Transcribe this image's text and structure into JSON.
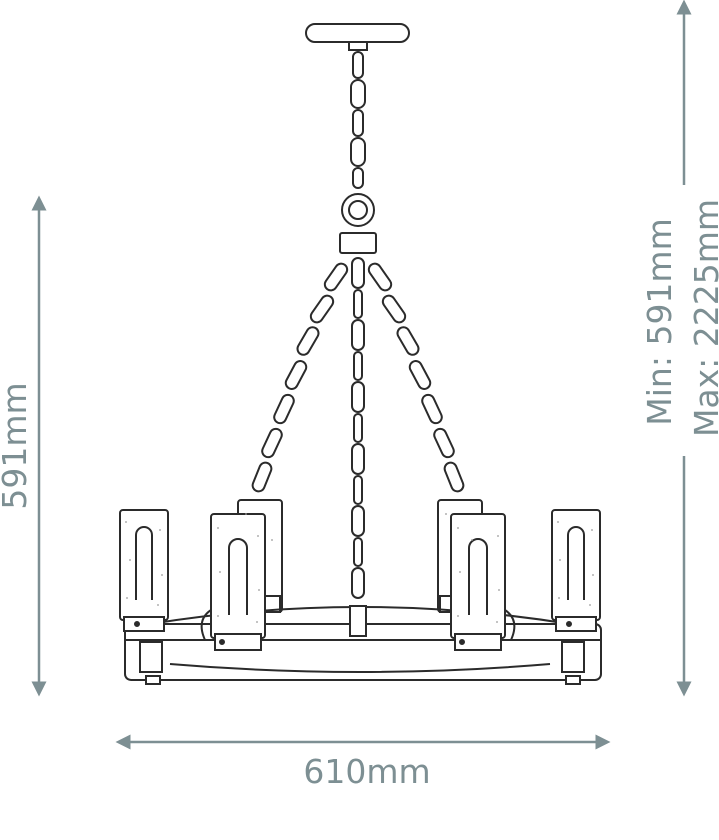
{
  "dimensions": {
    "width_label": "610mm",
    "height_label": "591mm",
    "drop_min_label": "Min: 591mm",
    "drop_max_label": "Max: 2225mm"
  },
  "colors": {
    "dimension": "#7d8f93",
    "line": "#2b2b2b",
    "glass_speckle": "#9a9a9a"
  }
}
